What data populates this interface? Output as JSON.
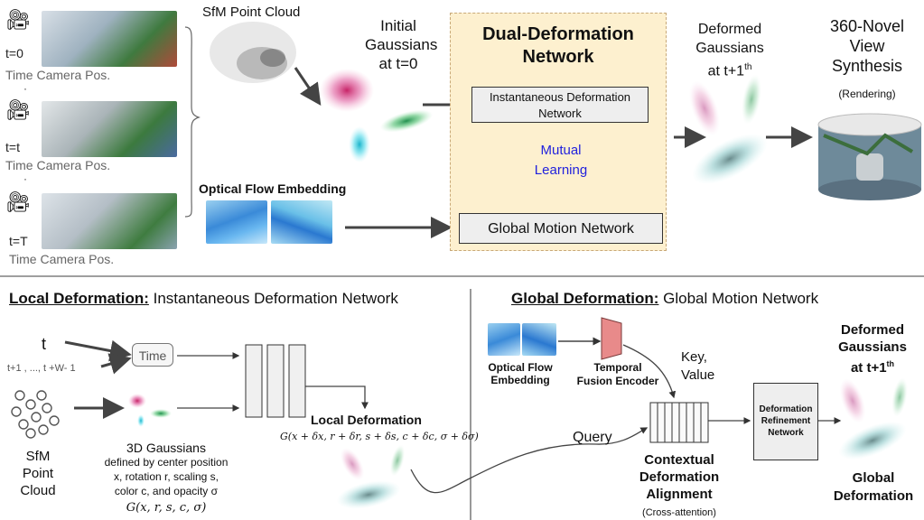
{
  "top": {
    "frames": [
      {
        "time": "t=0",
        "caption": "Time Camera Pos."
      },
      {
        "time": "t=t",
        "caption": "Time Camera Pos."
      },
      {
        "time": "t=T",
        "caption": "Time Camera Pos."
      }
    ],
    "sfm_label": "SfM Point Cloud",
    "initial_gaussians": [
      "Initial",
      "Gaussians",
      "at t=0"
    ],
    "optical_flow_label": "Optical Flow Embedding",
    "dual_title": [
      "Dual-Deformation",
      "Network"
    ],
    "instantaneous_box": [
      "Instantaneous Deformation",
      "Network"
    ],
    "mutual_learning": [
      "Mutual",
      "Learning"
    ],
    "global_box": "Global Motion Network",
    "deformed_gaussians": [
      "Deformed",
      "Gaussians",
      "at t+1"
    ],
    "deformed_sup": "th",
    "novel_view": [
      "360-Novel",
      "View",
      "Synthesis"
    ],
    "rendering": "(Rendering)"
  },
  "local": {
    "heading_bold": "Local Deformation:",
    "heading_rest": " Instantaneous Deformation Network",
    "t_label": "t",
    "t_range": "t+1 , ..., t +W- 1",
    "time_box": "Time",
    "sfm_label": [
      "SfM",
      "Point",
      "Cloud"
    ],
    "gaussians_desc": [
      "3D Gaussians",
      "defined by center position",
      "x, rotation r, scaling s,",
      "color c, and opacity σ"
    ],
    "gaussians_formula": "G(x, r, s, c, σ)",
    "local_def_label": "Local Deformation",
    "local_def_formula": "G(x + δx, r + δr, s + δs, c + δc, σ + δσ)"
  },
  "global": {
    "heading_bold": "Global Deformation:",
    "heading_rest": " Global Motion Network",
    "optical_flow": [
      "Optical Flow",
      "Embedding"
    ],
    "temporal": [
      "Temporal",
      "Fusion Encoder"
    ],
    "key_value": [
      "Key,",
      "Value"
    ],
    "query": "Query",
    "contextual": [
      "Contextual",
      "Deformation",
      "Alignment"
    ],
    "cross_attention": "(Cross-attention)",
    "refinement": [
      "Deformation",
      "Refinement",
      "Network"
    ],
    "deformed": [
      "Deformed",
      "Gaussians",
      "at t+1"
    ],
    "deformed_sup": "th",
    "global_label": [
      "Global",
      "Deformation"
    ]
  },
  "colors": {
    "dual_box_fill": "#fdf0cf",
    "dual_box_border": "#c8a878",
    "box_fill": "#eeeeee",
    "mutual_text": "#2222dd",
    "encoder_fill": "#e88a8a",
    "gaussian_pink": "#d23c82",
    "gaussian_green": "#2aa85a",
    "gaussian_cyan": "#24c8d8",
    "gaussian_teal": "#6fb8b8"
  }
}
